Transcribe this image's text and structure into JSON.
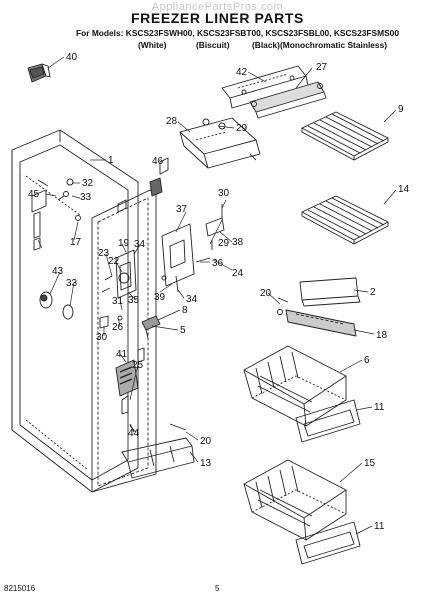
{
  "watermark": "AppliancePartsPros.com",
  "header": {
    "title": "FREEZER LINER PARTS",
    "models_line": "For Models: KSCS23FSWH00, KSCS23FSBT00, KSCS23FSBL00, KSCS23FSMS00",
    "variants": [
      "(White)",
      "(Biscuit)",
      "(Black)",
      "(Monochromatic Stainless)"
    ]
  },
  "callouts": [
    "40",
    "42",
    "27",
    "9",
    "28",
    "29",
    "1",
    "46",
    "32",
    "45",
    "33",
    "30",
    "14",
    "17",
    "37",
    "38",
    "29",
    "19",
    "34",
    "23",
    "22",
    "36",
    "24",
    "43",
    "33",
    "39",
    "34",
    "20",
    "2",
    "31",
    "35",
    "8",
    "26",
    "5",
    "18",
    "30",
    "41",
    "25",
    "6",
    "44",
    "20",
    "11",
    "13",
    "15",
    "11"
  ],
  "footer": {
    "doc_number": "8215016",
    "page_number": "5"
  }
}
